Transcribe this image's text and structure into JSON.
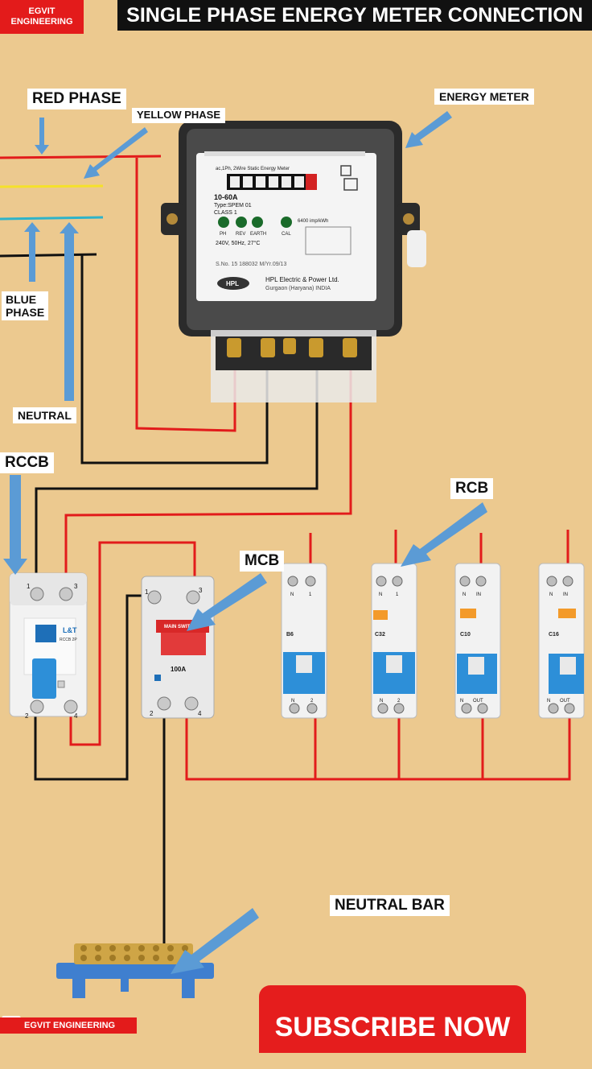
{
  "header": {
    "brand": "EGVIT ENGINEERING",
    "title": "SINGLE PHASE ENERGY METER CONNECTION"
  },
  "labels": {
    "red_phase": "RED PHASE",
    "yellow_phase": "YELLOW PHASE",
    "blue_phase_1": "BLUE",
    "blue_phase_2": "PHASE",
    "neutral": "NEUTRAL",
    "energy_meter": "ENERGY METER",
    "rccb": "RCCB",
    "mcb": "MCB",
    "rcb": "RCB",
    "neutral_bar": "NEUTRAL BAR"
  },
  "meter": {
    "model_line": "ac,1Ph, 2Wire Static Energy Meter",
    "rating": "10-60A",
    "type": "Type:SPEM 01",
    "class": "CLASS 1",
    "indicators": [
      "PH",
      "REV",
      "EARTH"
    ],
    "cal": "CAL",
    "impulse": "6400 imp/kWh",
    "spec": "240V, 50Hz, 27°C",
    "serial": "S.No. 15 188032   M/Yr.09/13",
    "maker": "HPL Electric & Power Ltd.",
    "location": "Gurgaon (Haryana) INDIA",
    "logo": "HPL"
  },
  "rccb_device": {
    "brand": "L&T",
    "model": "RCCB 2P",
    "terminals": [
      "1",
      "3",
      "2",
      "4"
    ]
  },
  "mcb_device": {
    "top_text": "MAIN SWITCH",
    "rating": "100A",
    "terminals": [
      "1",
      "3",
      "2",
      "4"
    ]
  },
  "rcbo_devices": [
    {
      "rating": "B6",
      "top": [
        "N",
        "1"
      ],
      "bottom": [
        "N",
        "2"
      ]
    },
    {
      "rating": "C32",
      "top": [
        "N",
        "1"
      ],
      "bottom": [
        "N",
        "2"
      ]
    },
    {
      "rating": "C10",
      "top": [
        "N",
        "IN"
      ],
      "bottom": [
        "N",
        "OUT"
      ]
    },
    {
      "rating": "C16",
      "top": [
        "N",
        "IN"
      ],
      "bottom": [
        "N",
        "OUT"
      ]
    }
  ],
  "footer": {
    "subscribe": "SUBSCRIBE NOW",
    "channel": "EGVIT ENGINEERING"
  },
  "colors": {
    "red_wire": "#e21b1b",
    "yellow_wire": "#f5e12a",
    "blue_wire": "#2eb3c9",
    "black_wire": "#111111",
    "arrow": "#5b9bd5",
    "brand_red": "#e31b1b"
  }
}
